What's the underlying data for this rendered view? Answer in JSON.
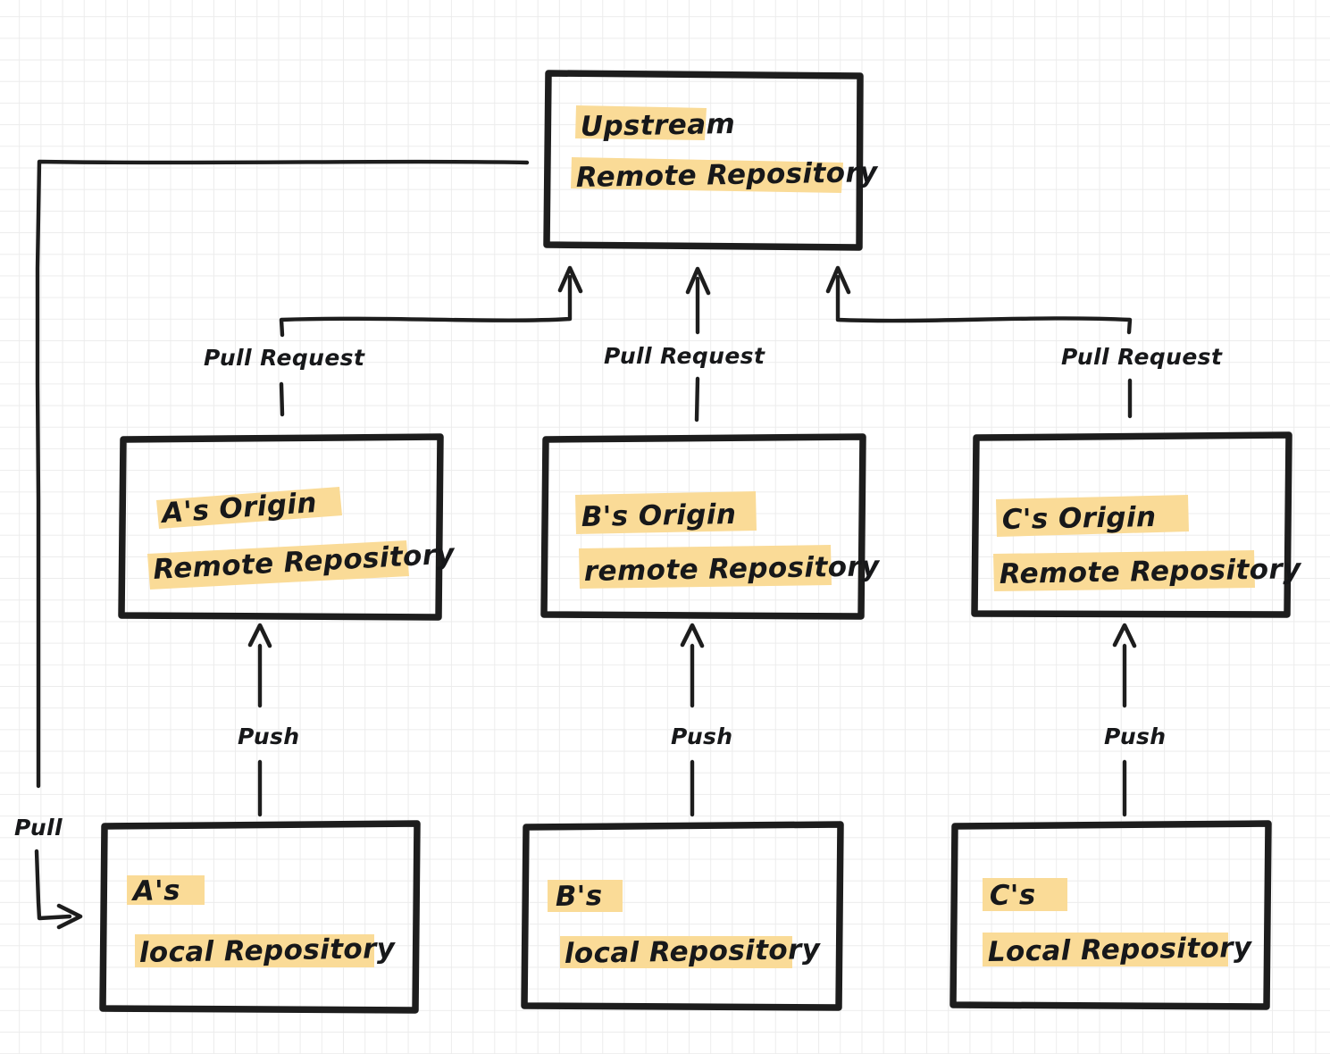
{
  "diagram": {
    "title": "Git fork workflow: upstream, origin remotes and local repositories",
    "ink_color": "#1d1d1d",
    "highlight_color": "#fadb97",
    "grid_color": "#ececec",
    "background_color": "#ffffff"
  },
  "nodes": {
    "upstream": {
      "line1": "Upstream",
      "line2": "Remote Repository"
    },
    "a_origin": {
      "line1": "A's Origin",
      "line2": "Remote Repository"
    },
    "b_origin": {
      "line1": "B's Origin",
      "line2": "remote Repository"
    },
    "c_origin": {
      "line1": "C's Origin",
      "line2": "Remote Repository"
    },
    "a_local": {
      "line1": "A's",
      "line2": "local Repository"
    },
    "b_local": {
      "line1": "B's",
      "line2": "local Repository"
    },
    "c_local": {
      "line1": "C's",
      "line2": "Local Repository"
    }
  },
  "edges": {
    "pull_request_a": "Pull Request",
    "pull_request_b": "Pull Request",
    "pull_request_c": "Pull Request",
    "push_a": "Push",
    "push_b": "Push",
    "push_c": "Push",
    "pull": "Pull"
  }
}
